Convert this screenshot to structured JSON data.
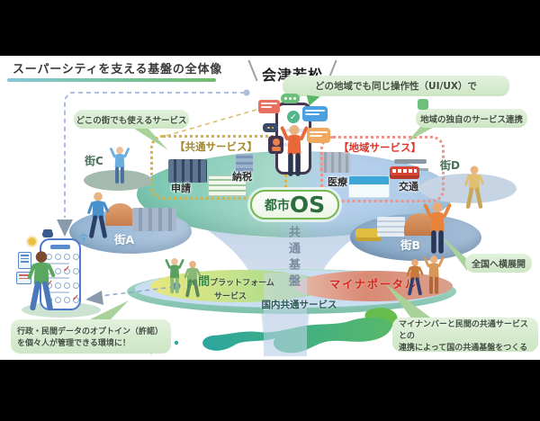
{
  "title": {
    "text": "スーパーシティを支える基盤の全体像"
  },
  "callout": {
    "city": "会津若松"
  },
  "bubbles": {
    "same_ui": "どの地域でも同じ操作性（UI/UX）で",
    "regional_link": "地域の独自のサービス連携",
    "any_city": "どこの街でも使えるサービス",
    "nationwide": "全国へ横展開",
    "optin_l1": "行政・民間データのオプトイン（許諾）",
    "optin_l2": "を個々人が管理できる環境に！",
    "mynumber_l1": "マイナンバーと民間の共通サービスとの",
    "mynumber_l2": "連携によって国の共通基盤をつくる"
  },
  "zones": {
    "common": {
      "label": "【共通サービス】",
      "services": {
        "apply": "申請",
        "tax": "納税"
      }
    },
    "regional": {
      "label": "【地域サービス】",
      "services": {
        "medical": "医療",
        "transport": "交通"
      }
    }
  },
  "core": {
    "city_os": {
      "kanji": "都市",
      "latin": "OS"
    },
    "common_base": "共通基盤",
    "private_platform": {
      "bold": "民間",
      "rest": "プラットフォーム",
      "line2": "サービス"
    },
    "myna_portal": "マイナポータル",
    "domestic_common": "国内共通サービス"
  },
  "towns": {
    "a": "街A",
    "b": "街B",
    "c": "街C",
    "d": "街D"
  },
  "icons": {
    "check": "✓"
  },
  "colors": {
    "underline_left": "#84c8d8",
    "underline_right": "#6fbe6a",
    "bubble_green": "#d9edd2",
    "zone_common_label": "#a3882c",
    "zone_regional_label": "#e0352b",
    "os_green": "#2c6e3d",
    "myna_red": "#d3271c",
    "funnel_blue": "#c9d9ec"
  }
}
